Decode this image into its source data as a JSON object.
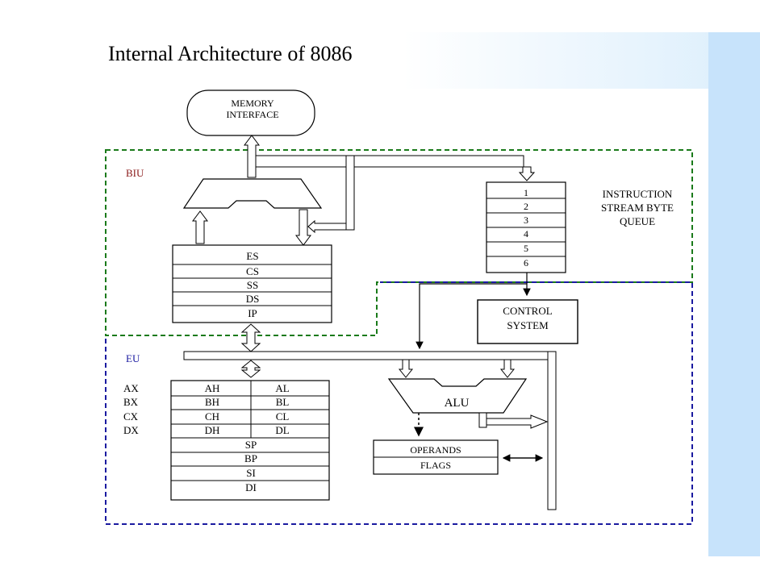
{
  "slide": {
    "title": "Internal Architecture of 8086"
  },
  "diagram": {
    "memory_interface": {
      "line1": "MEMORY",
      "line2": "INTERFACE"
    },
    "biu_label": "BIU",
    "eu_label": "EU",
    "segment_registers": [
      "ES",
      "CS",
      "SS",
      "DS",
      "IP"
    ],
    "queue": {
      "slots": [
        "1",
        "2",
        "3",
        "4",
        "5",
        "6"
      ],
      "label_lines": [
        "INSTRUCTION",
        "STREAM BYTE",
        "QUEUE"
      ]
    },
    "control_system": {
      "line1": "CONTROL",
      "line2": "SYSTEM"
    },
    "general_registers": {
      "names": [
        "AX",
        "BX",
        "CX",
        "DX"
      ],
      "high": [
        "AH",
        "BH",
        "CH",
        "DH"
      ],
      "low": [
        "AL",
        "BL",
        "CL",
        "DL"
      ]
    },
    "pointer_registers": [
      "SP",
      "BP",
      "SI",
      "DI"
    ],
    "alu_label": "ALU",
    "operands": {
      "line1": "OPERANDS",
      "line2": "FLAGS"
    },
    "colors": {
      "biu_border": "#1a7a1a",
      "eu_border": "#1a1aa0",
      "eu_label": "#1a1aa0",
      "biu_label": "#8a1a1a",
      "band_blue": "#c7e3fb",
      "band_light": "#e8f3fd"
    }
  }
}
